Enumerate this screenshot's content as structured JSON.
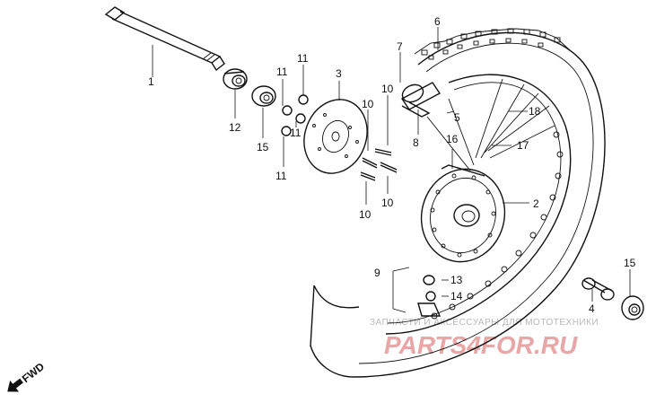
{
  "diagram": {
    "direction_label": "FWD",
    "watermark_small": "ЗАПЧАСТИ И АКСЕССУАРЫ ДЛЯ МОТОТЕХНИКИ",
    "watermark_big": "PARTS4FOR.RU",
    "part_numbers": {
      "p1": "1",
      "p2": "2",
      "p3": "3",
      "p4": "4",
      "p5": "5",
      "p6": "6",
      "p7": "7",
      "p8": "8",
      "p9": "9",
      "p10a": "10",
      "p10b": "10",
      "p10c": "10",
      "p10d": "10",
      "p11a": "11",
      "p11b": "11",
      "p11c": "11",
      "p11d": "11",
      "p12": "12",
      "p13": "13",
      "p14": "14",
      "p15a": "15",
      "p15b": "15",
      "p16": "16",
      "p17": "17",
      "p18": "18"
    }
  }
}
